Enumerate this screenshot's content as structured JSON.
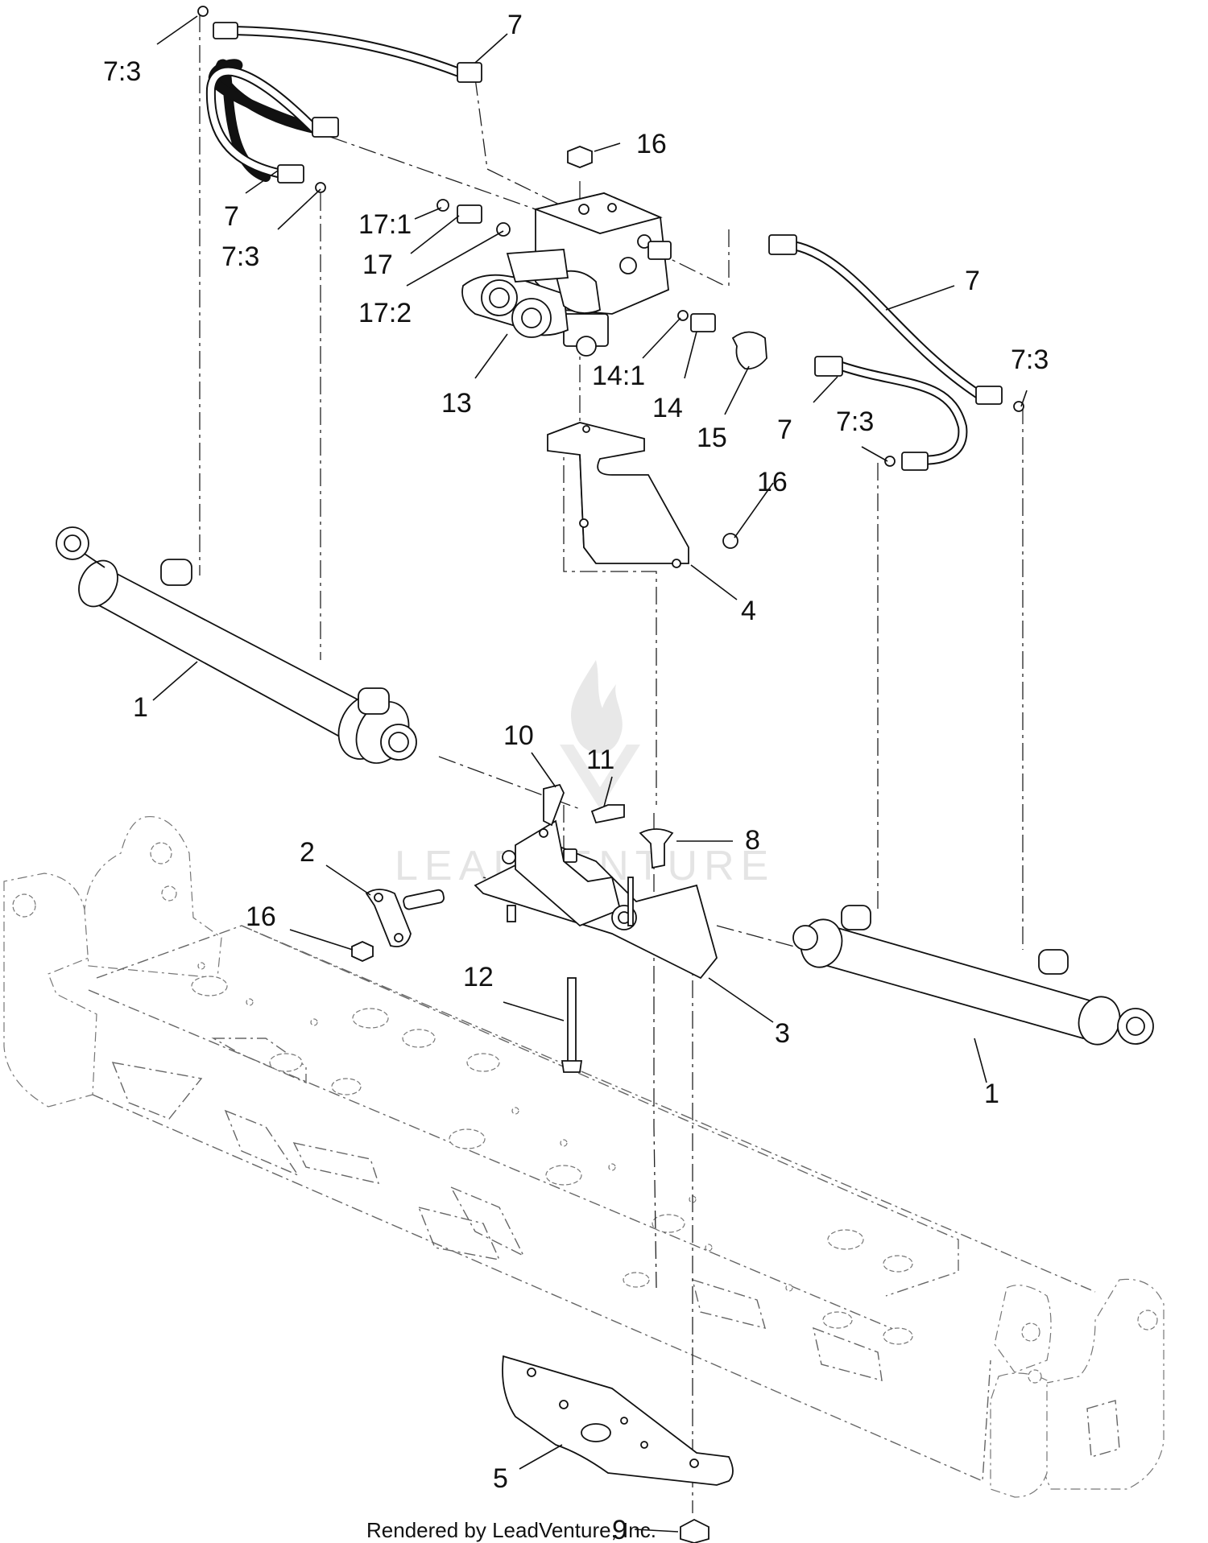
{
  "watermark_text": "LEADVENTURE",
  "credit_text": "Rendered by LeadVenture, Inc.",
  "callouts": [
    {
      "id": "c-7-top",
      "text": "7"
    },
    {
      "id": "c-73-topleft",
      "text": "7:3"
    },
    {
      "id": "c-16-top",
      "text": "16"
    },
    {
      "id": "c-7-left",
      "text": "7"
    },
    {
      "id": "c-73-left",
      "text": "7:3"
    },
    {
      "id": "c-171",
      "text": "17:1"
    },
    {
      "id": "c-17",
      "text": "17"
    },
    {
      "id": "c-172",
      "text": "17:2"
    },
    {
      "id": "c-7-right",
      "text": "7"
    },
    {
      "id": "c-73-right",
      "text": "7:3"
    },
    {
      "id": "c-13",
      "text": "13"
    },
    {
      "id": "c-141",
      "text": "14:1"
    },
    {
      "id": "c-14",
      "text": "14"
    },
    {
      "id": "c-15",
      "text": "15"
    },
    {
      "id": "c-7-mid",
      "text": "7"
    },
    {
      "id": "c-73-mid",
      "text": "7:3"
    },
    {
      "id": "c-16-mid",
      "text": "16"
    },
    {
      "id": "c-4",
      "text": "4"
    },
    {
      "id": "c-1-left",
      "text": "1"
    },
    {
      "id": "c-10",
      "text": "10"
    },
    {
      "id": "c-11",
      "text": "11"
    },
    {
      "id": "c-8",
      "text": "8"
    },
    {
      "id": "c-2",
      "text": "2"
    },
    {
      "id": "c-16-low",
      "text": "16"
    },
    {
      "id": "c-12",
      "text": "12"
    },
    {
      "id": "c-3",
      "text": "3"
    },
    {
      "id": "c-1-right",
      "text": "1"
    },
    {
      "id": "c-5",
      "text": "5"
    },
    {
      "id": "c-9",
      "text": "9"
    }
  ]
}
